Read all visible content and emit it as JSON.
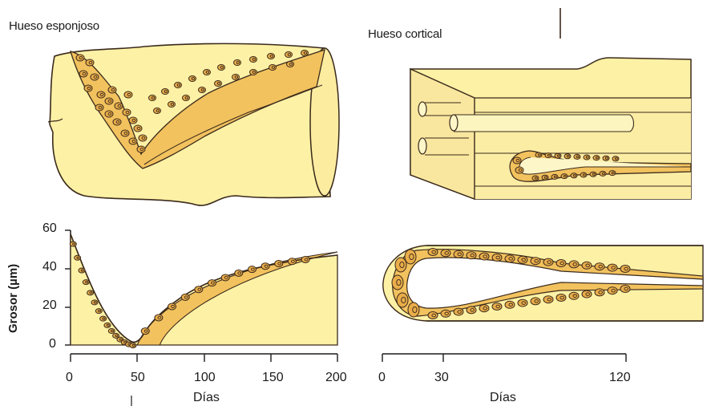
{
  "labels": {
    "trabecular_title": "Hueso esponjoso",
    "cortical_title": "Hueso cortical"
  },
  "colors": {
    "bone": "#fcf1a5",
    "bone_edge": "#f5e08c",
    "resorption": "#f2c25e",
    "cell": "#e9ad4a",
    "outline": "#3b2a1c"
  },
  "chart_data": [
    {
      "type": "line",
      "panel": "trabecular",
      "ylabel": "Grosor (µm)",
      "xlabel": "Días",
      "x_ticks": [
        "0",
        "50",
        "100",
        "150",
        "200"
      ],
      "y_ticks": [
        "0",
        "20",
        "40",
        "60"
      ],
      "xlim": [
        0,
        200
      ],
      "ylim": [
        0,
        60
      ],
      "series": [
        {
          "points": [
            [
              0,
              58
            ],
            [
              10,
              40
            ],
            [
              20,
              24
            ],
            [
              30,
              12
            ],
            [
              40,
              4
            ],
            [
              50,
              0
            ],
            [
              60,
              12
            ],
            [
              80,
              24
            ],
            [
              100,
              32
            ],
            [
              125,
              38
            ],
            [
              150,
              42
            ],
            [
              175,
              45
            ],
            [
              200,
              47
            ]
          ]
        }
      ]
    },
    {
      "type": "line",
      "panel": "cortical",
      "xlabel": "Días",
      "x_ticks": [
        "0",
        "30",
        "120"
      ],
      "x_tick_values": [
        0,
        30,
        120
      ]
    }
  ]
}
